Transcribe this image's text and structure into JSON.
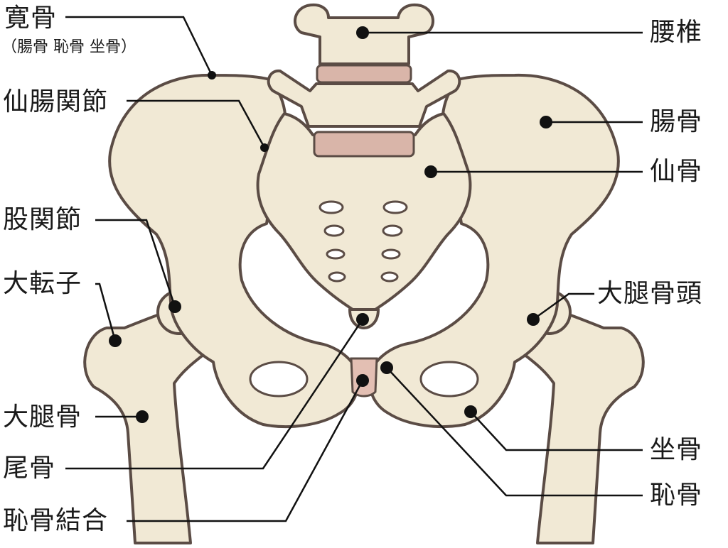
{
  "diagram": {
    "colors": {
      "bone": "#f1e9d5",
      "bone_shadow": "#ddd3bc",
      "outline": "#5b4c45",
      "disc": "#d9b5a9",
      "symphysis": "#e3bfb3",
      "line": "#111111"
    },
    "labels": {
      "coxal": "寛骨",
      "coxal_sub": "（腸骨 恥骨 坐骨）",
      "sacroiliac": "仙腸関節",
      "hip_joint": "股関節",
      "greater_trochanter": "大転子",
      "femur": "大腿骨",
      "coccyx": "尾骨",
      "pubic_symphysis": "恥骨結合",
      "lumbar": "腰椎",
      "ilium": "腸骨",
      "sacrum": "仙骨",
      "femoral_head": "大腿骨頭",
      "ischium": "坐骨",
      "pubis": "恥骨"
    }
  }
}
